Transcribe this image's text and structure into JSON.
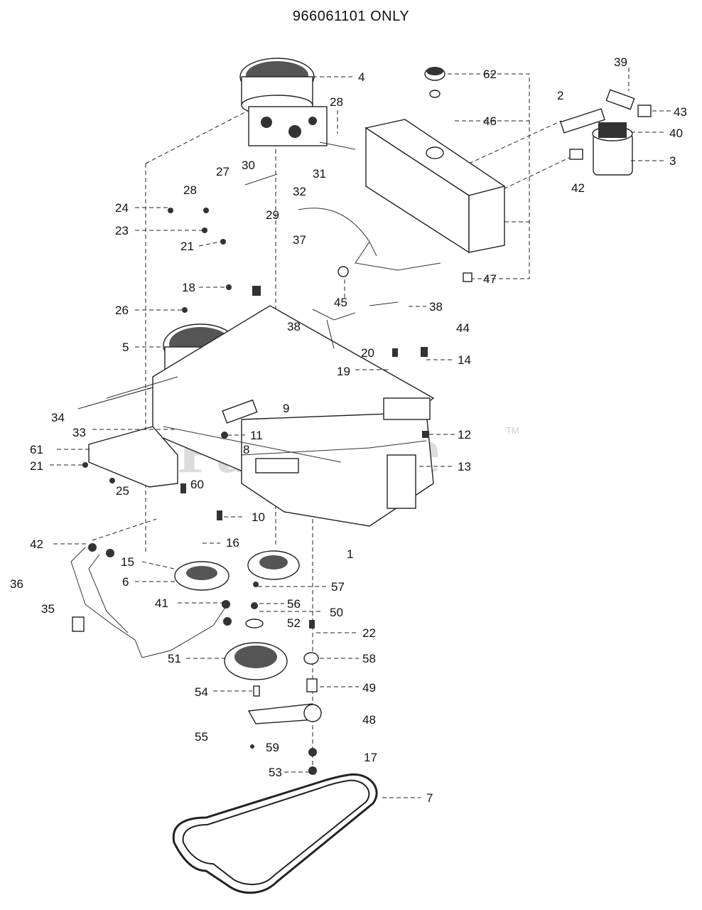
{
  "title": "966061101 ONLY",
  "watermark": "PartsTree",
  "trademark": "TM",
  "labels": [
    "1",
    "2",
    "3",
    "4",
    "5",
    "6",
    "7",
    "8",
    "9",
    "10",
    "11",
    "12",
    "13",
    "14",
    "15",
    "16",
    "17",
    "18",
    "19",
    "20",
    "21",
    "21",
    "22",
    "23",
    "24",
    "25",
    "26",
    "27",
    "28",
    "28",
    "29",
    "30",
    "31",
    "32",
    "33",
    "34",
    "35",
    "36",
    "37",
    "38",
    "38",
    "39",
    "40",
    "41",
    "42",
    "42",
    "43",
    "44",
    "45",
    "46",
    "47",
    "48",
    "49",
    "50",
    "51",
    "52",
    "53",
    "54",
    "55",
    "56",
    "57",
    "58",
    "59",
    "60",
    "61",
    "62"
  ]
}
